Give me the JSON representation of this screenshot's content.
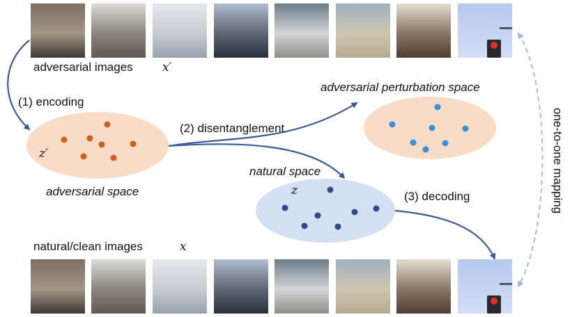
{
  "labels": {
    "adversarial_images": "adversarial images",
    "adversarial_images_symbol": "x′",
    "encoding": "(1) encoding",
    "disentanglement": "(2) disentanglement",
    "adversarial_perturbation_space": "adversarial perturbation space",
    "adversarial_space": "adversarial space",
    "adversarial_space_symbol": "z′",
    "natural_space": "natural space",
    "natural_space_symbol": "z",
    "decoding": "(3) decoding",
    "clean_images": "natural/clean images",
    "clean_images_symbol": "x",
    "mapping": "one-to-one mapping"
  },
  "images": [
    {
      "name": "car-mirror-street",
      "top": "#7d6f62",
      "mid": "#a29787",
      "bottom": "#3e3832"
    },
    {
      "name": "stone-castle",
      "top": "#dbdbd7",
      "mid": "#8b857d",
      "bottom": "#5f5953"
    },
    {
      "name": "arch-bridge",
      "top": "#e5e8ed",
      "mid": "#c7ccd3",
      "bottom": "#98a1ab"
    },
    {
      "name": "airplane",
      "top": "#adbdd0",
      "mid": "#5f6773",
      "bottom": "#28303a"
    },
    {
      "name": "sandpiper-bird",
      "top": "#6c7b8a",
      "mid": "#d4d6d6",
      "bottom": "#8e8f89"
    },
    {
      "name": "beach-water",
      "top": "#a0b2bf",
      "mid": "#cfc6b1",
      "bottom": "#b7a98f"
    },
    {
      "name": "living-room",
      "top": "#e4ddd2",
      "mid": "#8a7562",
      "bottom": "#4f4032"
    },
    {
      "name": "traffic-light",
      "top": "#b6c9ef",
      "mid": "#c5d4f2",
      "bottom": "#d3def6"
    }
  ],
  "colors": {
    "adversarial_space_fill": "#f8dcc8",
    "adversarial_point": "#c8621e",
    "perturbation_point": "#3b8ed8",
    "natural_space_fill": "#d3dff2",
    "natural_point": "#2f4a8a",
    "arrow": "#3a5a9a",
    "mapping_arrow": "#9fb4dc"
  }
}
